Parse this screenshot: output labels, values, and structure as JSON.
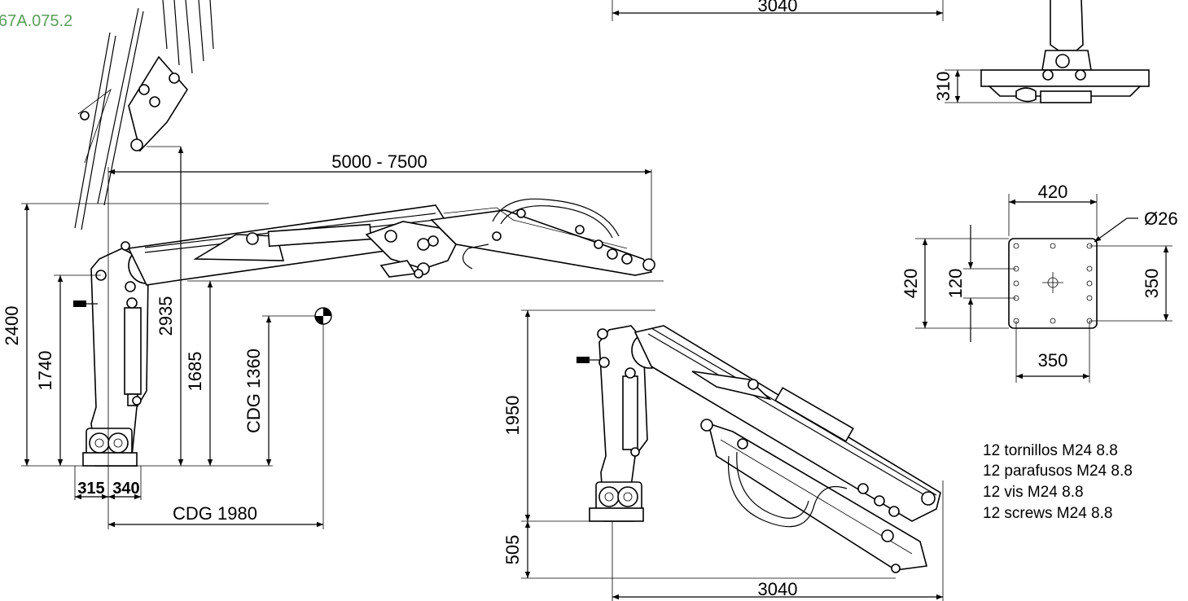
{
  "drawing_code": "67A.075.2",
  "code_color": "#5a9e5a",
  "dimensions": {
    "top_width": "3040",
    "reach": "5000 - 7500",
    "height_total": "2400",
    "height_1740": "1740",
    "height_2935": "2935",
    "height_1685": "1685",
    "cdg_vertical": "CDG 1360",
    "base_315": "315",
    "base_340": "340",
    "cdg_horizontal": "CDG 1980",
    "folded_height": "1950",
    "folded_base": "505",
    "folded_width": "3040",
    "plate_top": "420",
    "plate_left": "420",
    "plate_bolt_spacing": "120",
    "plate_right": "350",
    "plate_bottom": "350",
    "hole_diameter": "Ø26",
    "top_view_height": "310"
  },
  "notes": [
    "12 tornillos M24 8.8",
    "12 parafusos M24 8.8",
    "12 vis M24 8.8",
    "12 screws M24 8.8"
  ]
}
